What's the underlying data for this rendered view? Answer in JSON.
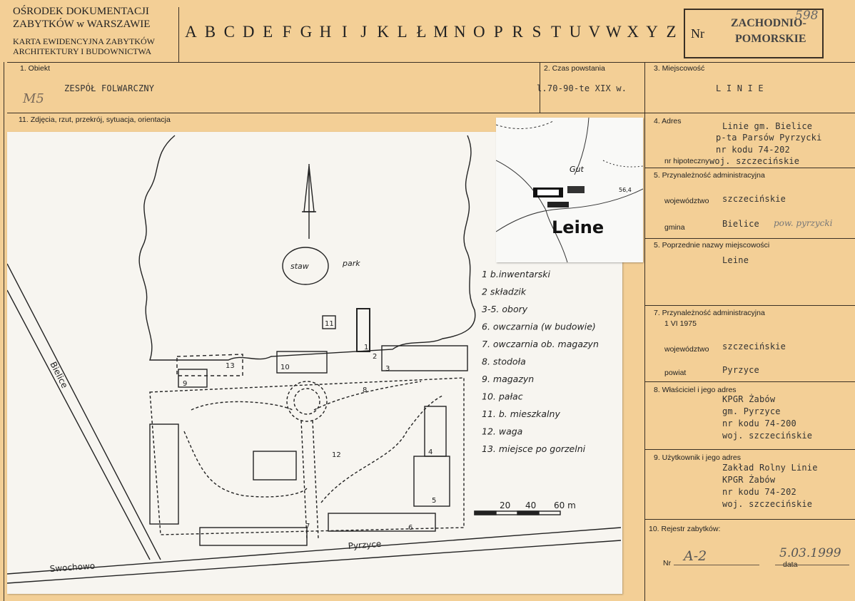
{
  "header": {
    "org_line1": "OŚRODEK DOKUMENTACJI",
    "org_line2": "ZABYTKÓW w WARSZAWIE",
    "card_line1": "KARTA EWIDENCYJNA ZABYTKÓW",
    "card_line2": "ARCHITEKTURY I BUDOWNICTWA",
    "alphabet": [
      "A",
      "B",
      "C",
      "D",
      "E",
      "F",
      "G",
      "H",
      "I",
      "J",
      "K",
      "L",
      "Ł",
      "M",
      "N",
      "O",
      "P",
      "R",
      "S",
      "T",
      "U",
      "V",
      "W",
      "X",
      "Y",
      "Z"
    ],
    "nr_label": "Nr",
    "region_line1": "ZACHODNIO-",
    "region_line2": "POMORSKIE",
    "card_number": "598"
  },
  "row1": {
    "obiekt_label": "1. Obiekt",
    "obiekt_value": "ZESPÓŁ FOLWARCZNY",
    "obiekt_note": "M5",
    "czas_label": "2. Czas powstania",
    "czas_value": "l.70-90-te XIX w.",
    "miejscowosc_label": "3. Miejscowość",
    "miejscowosc_value": "L I N I E"
  },
  "section11_label": "11. Zdjęcia, rzut, przekrój, sytuacja, orientacja",
  "right": {
    "adres_label": "4. Adres",
    "adres_lines": [
      "Linie gm. Bielice",
      "p-ta Parsów Pyrzycki",
      "nr kodu 74-202",
      "woj. szczecińskie"
    ],
    "hipoteczny_label": "nr hipoteczny",
    "przynaleznosc_label": "5. Przynależność administracyjna",
    "wojewodztwo_label": "województwo",
    "wojewodztwo_value": "szczecińskie",
    "gmina_label": "gmina",
    "gmina_value": "Bielice",
    "gmina_note": "pow. pyrzycki",
    "poprzednie_label": "5. Poprzednie nazwy miejscowości",
    "poprzednie_value": "Leine",
    "przyn1975_label_1": "7. Przynależność administracyjna",
    "przyn1975_label_2": "1 VI 1975",
    "woj1975_label": "województwo",
    "woj1975_value": "szczecińskie",
    "powiat_label": "powiat",
    "powiat_value": "Pyrzyce",
    "wlasciciel_label": "8. Właściciel i jego adres",
    "wlasciciel_lines": [
      "KPGR Żabów",
      "gm. Pyrzyce",
      "nr kodu 74-200",
      "woj. szczecińskie"
    ],
    "uzytkownik_label": "9. Użytkownik i jego adres",
    "uzytkownik_lines": [
      "Zakład Rolny Linie",
      "KPGR Żabów",
      "nr kodu 74-202",
      "woj. szczecińskie"
    ],
    "rejestr_label": "10. Rejestr zabytków:",
    "nr_label": "Nr",
    "nr_value": "A-2",
    "data_label": "data",
    "data_value": "5.03.1999"
  },
  "map": {
    "place_label": "Leine",
    "gut_label": "Gut",
    "elevation": "56,4"
  },
  "plan": {
    "park_label": "park",
    "pond_label": "staw",
    "road_bielice": "Bielice",
    "road_pyrzyce": "Pyrzyce",
    "road_swochowo": "Swochowo",
    "scale_labels": [
      "20",
      "40",
      "60 m"
    ],
    "legend": [
      "1 b.inwentarski",
      "2 składzik",
      "3-5. obory",
      "6. owczarnia (w budowie)",
      "7. owczarnia ob. magazyn",
      "8. stodoła",
      "9. magazyn",
      "10. pałac",
      "11. b. mieszkalny",
      "12. waga",
      "13. miejsce po gorzelni"
    ],
    "building_numbers": [
      "1",
      "2",
      "3",
      "4",
      "5",
      "6",
      "7",
      "8",
      "9",
      "10",
      "11",
      "12",
      "13"
    ]
  }
}
